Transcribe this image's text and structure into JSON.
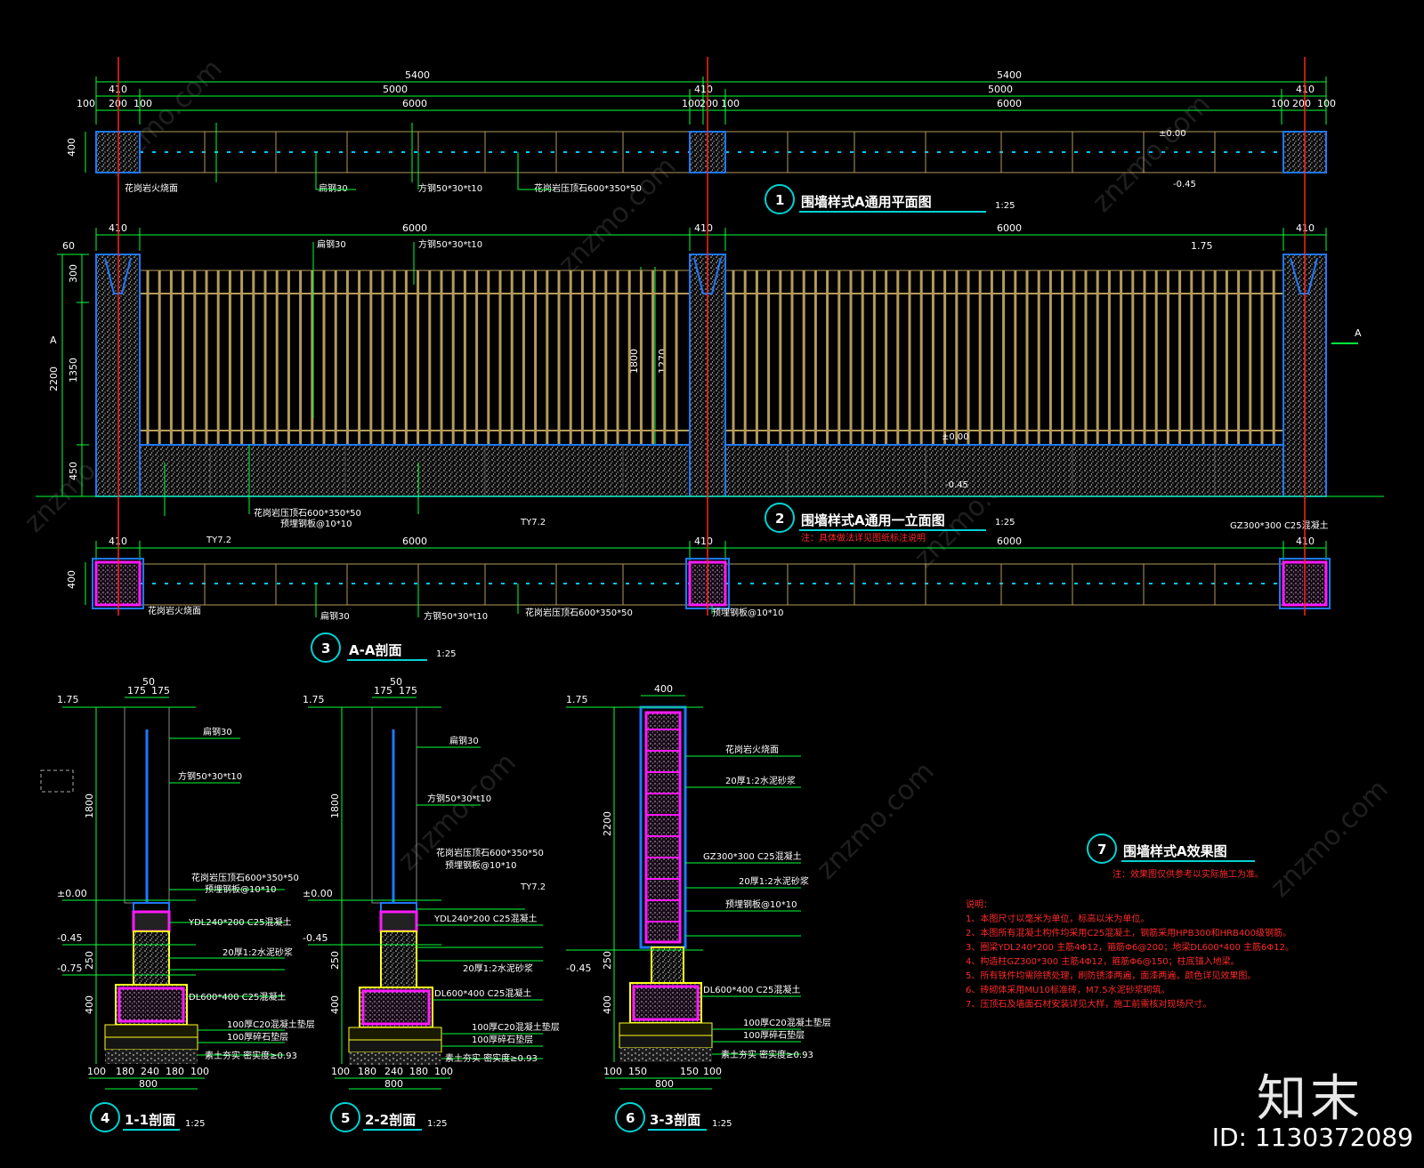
{
  "dims": {
    "top_total_left": "5400",
    "top_total_right": "5400",
    "post_410": "410",
    "span_5000": "5000",
    "d100": "100",
    "d200": "200",
    "bay_6000": "6000",
    "plan_depth": "400",
    "h_2200": "2200",
    "h_1350": "1350",
    "h_450": "450",
    "h_300": "300",
    "h_150": "150",
    "h_1800": "1800",
    "h_1270": "1270",
    "h_60": "60",
    "elev_175": "1.75",
    "elev_000": "±0.00",
    "elev_045": "-0.45",
    "elev_075": "-0.75",
    "sec_400": "400",
    "sec_800": "800",
    "sec_175": "175",
    "sec_50": "50",
    "sec_180": "180",
    "sec_240": "240",
    "sec_150": "150",
    "sec_250": "250",
    "section_mark": "A"
  },
  "titles": {
    "t1_num": "1",
    "t1": "围墙样式A通用平面图",
    "t1_scale": "1:25",
    "t2_num": "2",
    "t2": "围墙样式A通用一立面图",
    "t2_scale": "1:25",
    "t3_num": "3",
    "t3": "A-A剖面",
    "t3_scale": "1:25",
    "t4_num": "4",
    "t4": "1-1剖面",
    "t4_scale": "1:25",
    "t5_num": "5",
    "t5": "2-2剖面",
    "t5_scale": "1:25",
    "t6_num": "6",
    "t6": "3-3剖面",
    "t6_scale": "1:25",
    "t7_num": "7",
    "t7": "围墙样式A效果图"
  },
  "labels": {
    "l_flat30": "扁钢30",
    "l_square": "方钢50*30*t10",
    "l_cap": "花岗岩压顶石600*350*50",
    "l_bolt": "预埋钢板@10*10",
    "l_beam": "YDL240*200 C25混凝土",
    "l_ground": "DL600*400 C25混凝土",
    "l_bed1": "100厚C20混凝土垫层",
    "l_bed2": "100厚碎石垫层",
    "l_soil": "素土夯实 密实度≥0.93",
    "l_tile": "20厚1:2水泥砂浆",
    "l_post": "GZ300*300 C25混凝土",
    "l_ty": "TY7.2",
    "l_stone": "花岗岩火烧面"
  },
  "notes": {
    "red_note1": "注：具体做法详见图纸标注说明",
    "red_note2": "注：效果图仅供参考以实际施工为准。",
    "head": "说明：",
    "n1": "1、本图尺寸以毫米为单位，标高以米为单位。",
    "n2": "2、本图所有混凝土构件均采用C25混凝土，钢筋采用HPB300和HRB400级钢筋。",
    "n3": "3、圈梁YDL240*200 主筋4Φ12，箍筋Φ6@200；地梁DL600*400 主筋6Φ12。",
    "n4": "4、构造柱GZ300*300 主筋4Φ12，箍筋Φ6@150；柱底锚入地梁。",
    "n5": "5、所有铁件均需除锈处理，刷防锈漆两遍，面漆两遍，颜色详见效果图。",
    "n6": "6、砖砌体采用MU10标准砖，M7.5水泥砂浆砌筑。",
    "n7": "7、压顶石及墙面石材安装详见大样，施工前需核对现场尺寸。"
  },
  "brand": "知末",
  "id_label": "ID: 1130372089",
  "watermark": "znzmo.com",
  "colors": {
    "dim_green": "#00ff3c",
    "axis_red": "#ff2020",
    "fence_tan": "#b59a5a",
    "outline_blue": "#1e78ff",
    "stipple_bg": "#101010",
    "pink": "#ff1aff",
    "yellow": "#ffff20",
    "cyan": "#00d2d2"
  }
}
